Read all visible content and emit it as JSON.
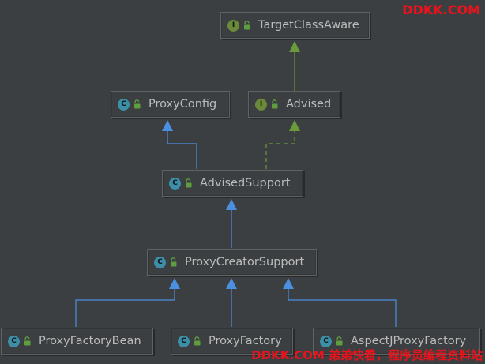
{
  "nodes": {
    "target_class_aware": {
      "kind": "I",
      "label": "TargetClassAware"
    },
    "proxy_config": {
      "kind": "C",
      "label": "ProxyConfig"
    },
    "advised": {
      "kind": "I",
      "label": "Advised"
    },
    "advised_support": {
      "kind": "C",
      "label": "AdvisedSupport"
    },
    "proxy_creator_support": {
      "kind": "C",
      "label": "ProxyCreatorSupport"
    },
    "proxy_factory_bean": {
      "kind": "C",
      "label": "ProxyFactoryBean"
    },
    "proxy_factory": {
      "kind": "C",
      "label": "ProxyFactory"
    },
    "aspectj_proxy_factory": {
      "kind": "C",
      "label": "AspectJProxyFactory"
    }
  },
  "edges": [
    {
      "from": "advised",
      "to": "target_class_aware",
      "type": "interface-extends",
      "color": "#6a9a3a"
    },
    {
      "from": "advised_support",
      "to": "proxy_config",
      "type": "extends",
      "color": "#4b8fe0"
    },
    {
      "from": "advised_support",
      "to": "advised",
      "type": "implements",
      "color": "#6a9a3a"
    },
    {
      "from": "proxy_creator_support",
      "to": "advised_support",
      "type": "extends",
      "color": "#4b8fe0"
    },
    {
      "from": "proxy_factory_bean",
      "to": "proxy_creator_support",
      "type": "extends",
      "color": "#4b8fe0"
    },
    {
      "from": "proxy_factory",
      "to": "proxy_creator_support",
      "type": "extends",
      "color": "#4b8fe0"
    },
    {
      "from": "aspectj_proxy_factory",
      "to": "proxy_creator_support",
      "type": "extends",
      "color": "#4b8fe0"
    }
  ],
  "icons": {
    "class": "class-c-icon",
    "interface": "interface-i-icon",
    "visibility": "unlock-icon"
  },
  "colors": {
    "background": "#3c3f41",
    "text": "#bbbbbb",
    "extends": "#4b8fe0",
    "implements": "#6a9a3a",
    "watermark": "#e8131b"
  },
  "watermark": {
    "top": "DDKK.COM",
    "bottom": "DDKK.COM 弟弟快看，程序员编程资料站"
  }
}
